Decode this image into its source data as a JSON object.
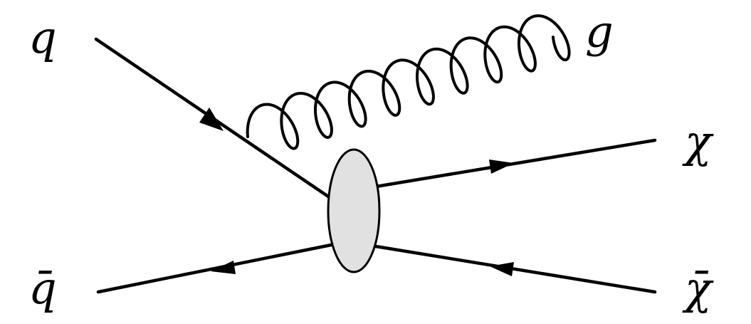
{
  "labels": {
    "quark": "q",
    "antiquark": "q̄",
    "gluon": "g",
    "chi": "χ",
    "chi_bar": "χ̄"
  },
  "colors": {
    "line": "#000000",
    "blob_fill": "#e1e1e1",
    "background": "#ffffff"
  }
}
